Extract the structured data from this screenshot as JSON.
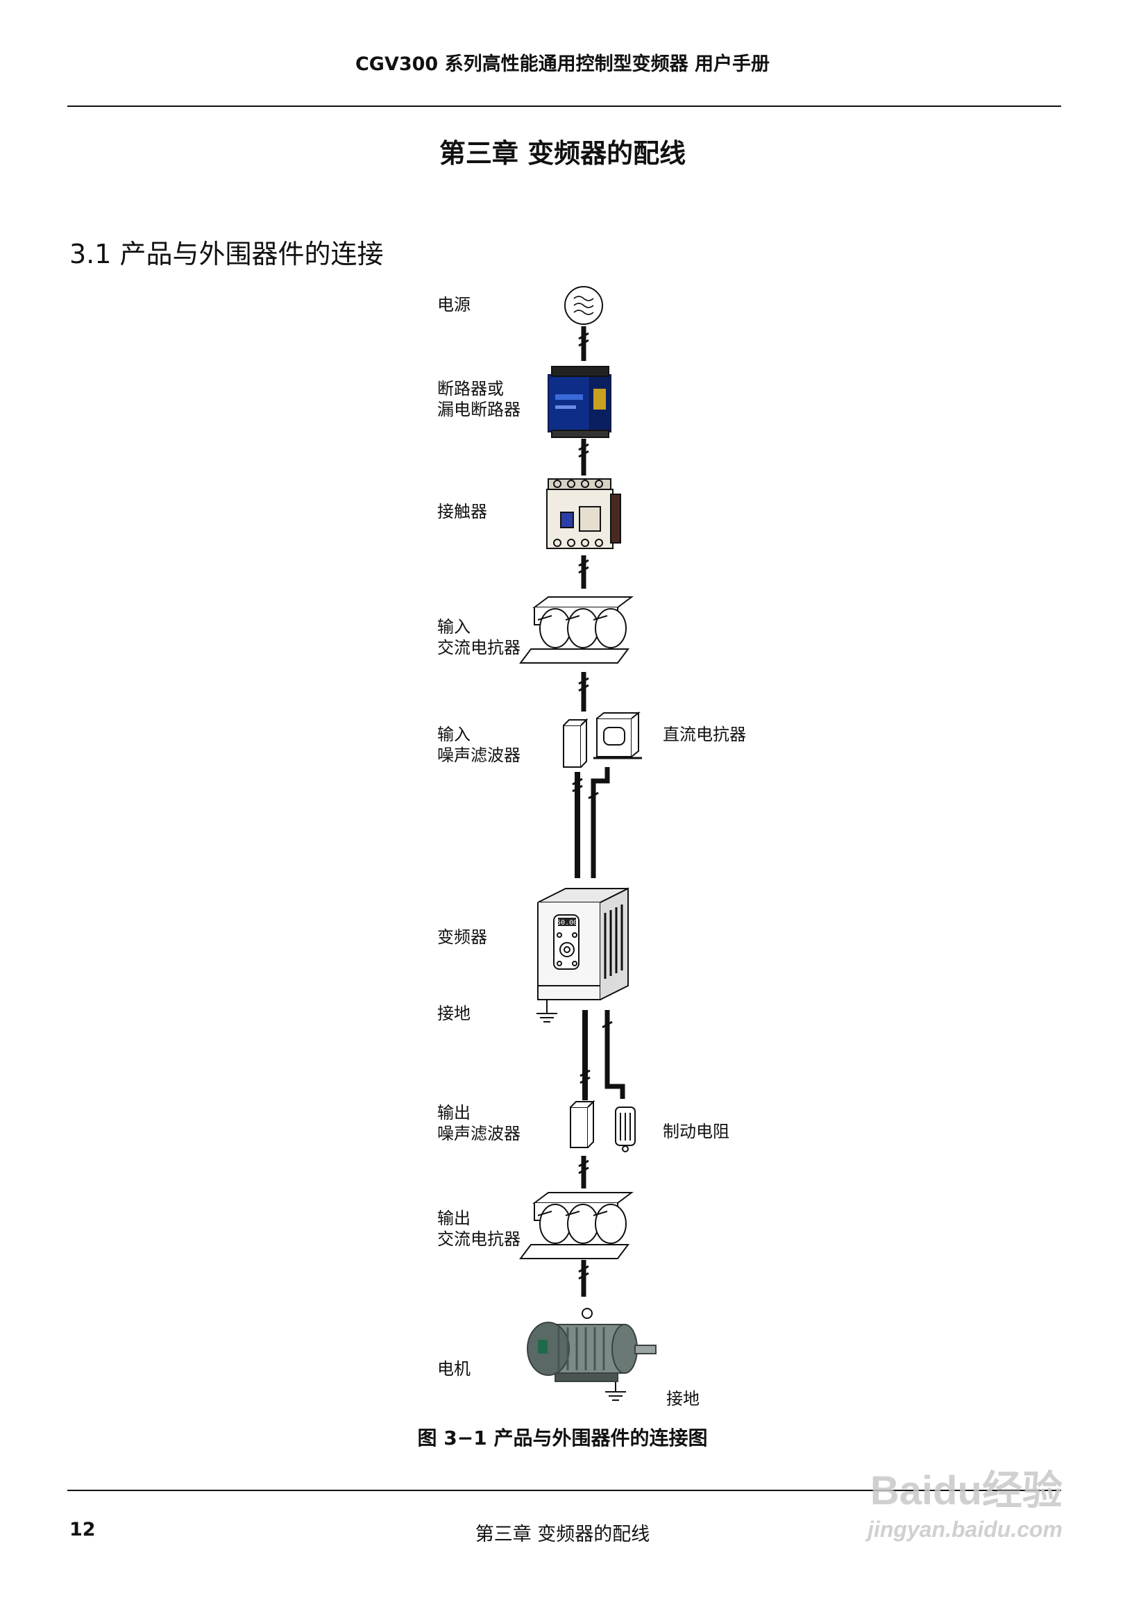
{
  "header": {
    "title": "CGV300 系列高性能通用控制型变频器    用户手册"
  },
  "chapter_title": "第三章  变频器的配线",
  "section_title": "3.1 产品与外围器件的连接",
  "figure": {
    "labels": {
      "power": "电源",
      "breaker": "断路器或\n漏电断路器",
      "contactor": "接触器",
      "input_ac_reactor": "输入\n交流电抗器",
      "input_noise_filter": "输入\n噪声滤波器",
      "dc_reactor": "直流电抗器",
      "inverter": "变频器",
      "ground_inverter": "接地",
      "output_noise_filter": "输出\n噪声滤波器",
      "brake_resistor": "制动电阻",
      "output_ac_reactor": "输出\n交流电抗器",
      "motor": "电机",
      "ground_motor": "接地"
    },
    "inverter_display": "50.00",
    "caption": "图 3−1  产品与外围器件的连接图"
  },
  "footer": {
    "page_number": "12",
    "title": "第三章  变频器的配线"
  },
  "watermark": {
    "brand": "Baidu经验",
    "url": "jingyan.baidu.com"
  }
}
